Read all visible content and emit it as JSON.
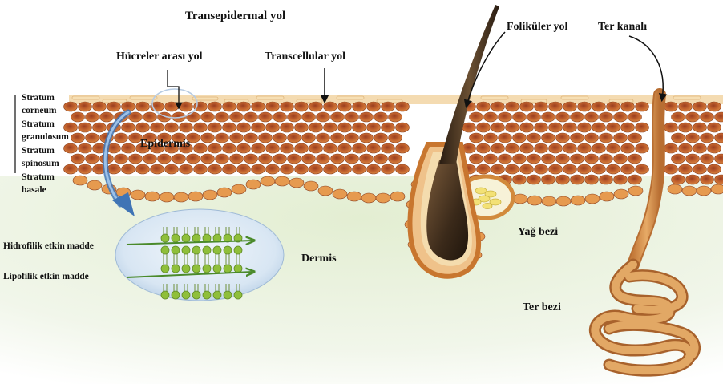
{
  "labels": {
    "transepidermal": "Transepidermal yol",
    "intercellular": "Hücreler arası yol",
    "transcellular": "Transcellular yol",
    "follicular": "Foliküler yol",
    "sweat_duct": "Ter kanalı",
    "epidermis": "Epidermis",
    "dermis": "Dermis",
    "sebaceous_gland": "Yağ bezi",
    "sweat_gland": "Ter bezi",
    "hydrophilic": "Hidrofilik etkin madde",
    "lipophilic": "Lipofilik etkin madde"
  },
  "layers": [
    "Stratum",
    "corneum",
    "Stratum",
    "granulosum",
    "Stratum",
    "spinosum",
    "Stratum",
    "basale"
  ],
  "colors": {
    "cell_dark": "#b5542c",
    "cell_light": "#e69a4f",
    "cell_outline": "#8a3e1e",
    "dermis_tint": "#e9f1da",
    "membrane_green": "#8fbf3a",
    "gland_yellow": "#f3e176",
    "hair_dark": "#3a2b1c",
    "sweat_duct": "#d9974f",
    "arrow_blue": "#3f74b5"
  }
}
